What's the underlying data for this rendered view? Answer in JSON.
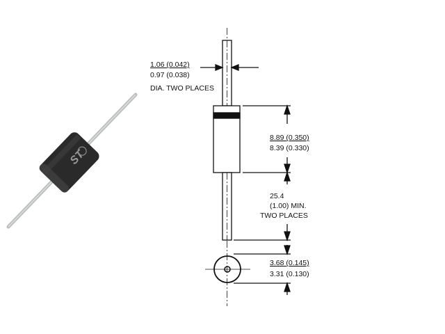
{
  "photo": {
    "logo_text": "ST"
  },
  "drawing": {
    "lead_diameter": {
      "max": "1.06 (0.042)",
      "min": "0.97 (0.038)",
      "note": "DIA. TWO PLACES"
    },
    "body_length": {
      "max": "8.89 (0.350)",
      "min": "8.39 (0.330)"
    },
    "lead_length": {
      "value": "25.4",
      "inch": "(1.00) MIN.",
      "note": "TWO PLACES"
    },
    "body_diameter": {
      "max": "3.68 (0.145)",
      "min": "3.31 (0.130)"
    }
  }
}
